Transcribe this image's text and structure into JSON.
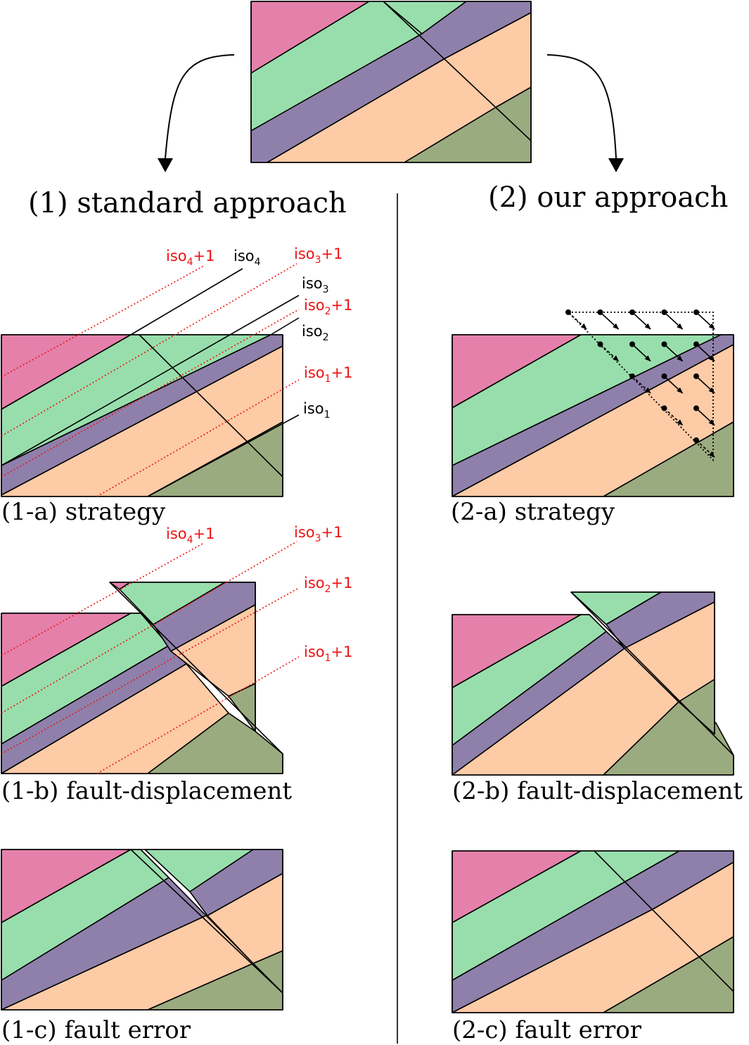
{
  "headings": {
    "standard": "(1) standard approach",
    "ours": "(2) our approach"
  },
  "captions": {
    "a1": "(1-a) strategy",
    "b1": "(1-b) fault-displacement",
    "c1": "(1-c) fault error",
    "a2": "(2-a) strategy",
    "b2": "(2-b) fault-displacement",
    "c2": "(2-c) fault error"
  },
  "iso_labels": {
    "iso1": {
      "base": "iso",
      "sub": "1",
      "suffix": ""
    },
    "iso2": {
      "base": "iso",
      "sub": "2",
      "suffix": ""
    },
    "iso3": {
      "base": "iso",
      "sub": "3",
      "suffix": ""
    },
    "iso4": {
      "base": "iso",
      "sub": "4",
      "suffix": ""
    },
    "iso1p": {
      "base": "iso",
      "sub": "1",
      "suffix": "+1"
    },
    "iso2p": {
      "base": "iso",
      "sub": "2",
      "suffix": "+1"
    },
    "iso3p": {
      "base": "iso",
      "sub": "3",
      "suffix": "+1"
    },
    "iso4p": {
      "base": "iso",
      "sub": "4",
      "suffix": "+1"
    }
  },
  "colors": {
    "pink": "#e580ab",
    "green": "#98deac",
    "purple": "#8f80ab",
    "orange": "#fdcba6",
    "olive": "#9bab80",
    "iso_line": "#000000",
    "iso_offset": "#ee1111"
  }
}
